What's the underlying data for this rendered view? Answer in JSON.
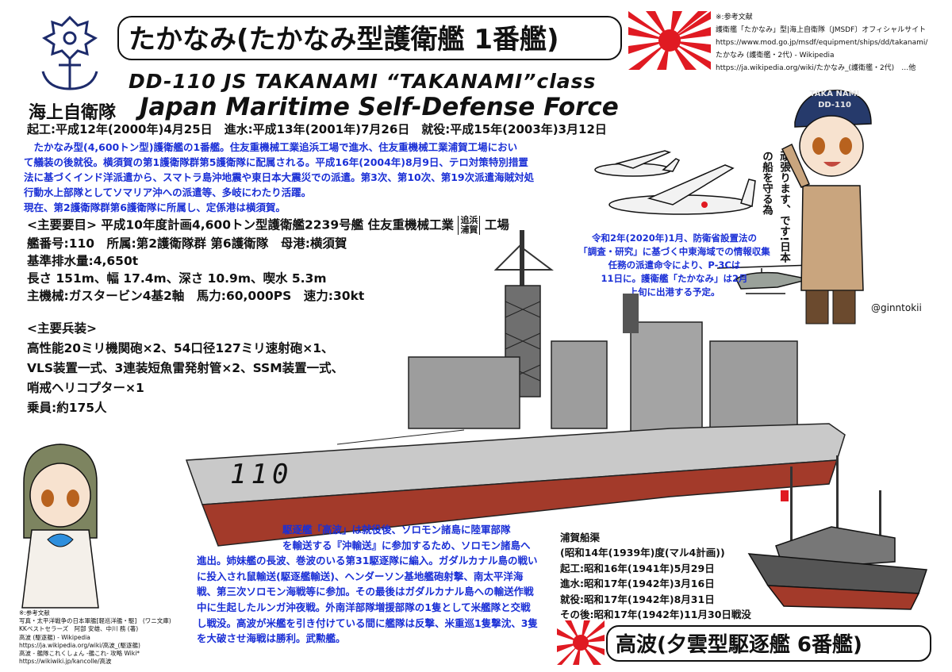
{
  "title": "たかなみ(たかなみ型護衛艦 1番艦)",
  "subtitle": "DD-110 JS TAKANAMI “TAKANAMI”class",
  "jmsdf_jp": "海上自衛隊",
  "jmsdf_en": "Japan Maritime Self-Defense Force",
  "dates_line": "起工:平成12年(2000年)4月25日　進水:平成13年(2001年)7月26日　就役:平成15年(2003年)3月12日",
  "history": [
    "　たかなみ型(4,600トン型)護衛艦の1番艦。住友重機械工業追浜工場で進水、住友重機械工業浦賀工場におい",
    "て艤装の後就役。横須賀の第1護衛隊群第5護衛隊に配属される。平成16年(2004年)8月9日、テロ対策特別措置",
    "法に基づくインド洋派遣から、スマトラ島沖地震や東日本大震災での派遣。第3次、第10次、第19次派遣海賊対処",
    "行動水上部隊としてソマリア沖への派遣等、多岐にわたり活躍。",
    "現在、第2護衛隊群第6護衛隊に所属し、定係港は横須賀。"
  ],
  "specs": {
    "heading": "<主要要目>",
    "builder": "平成10年度計画4,600トン型護衛艦2239号艦 住友重機械工業",
    "yard_1": "追浜",
    "yard_2": "浦賀",
    "yard_suffix": "工場",
    "hull_number": "艦番号:110　所属:第2護衛隊群 第6護衛隊　母港:横須賀",
    "displacement": "基準排水量:4,650t",
    "dimensions": "長さ 151m、幅 17.4m、深さ 10.9m、喫水 5.3m",
    "propulsion": "主機械:ガスタービン4基2軸　馬力:60,000PS　速力:30kt"
  },
  "weapons": {
    "heading": "<主要兵装>",
    "lines": [
      "高性能20ミリ機関砲×2、54口径127ミリ速射砲×1、",
      "VLS装置一式、3連装短魚雷発射管×2、SSM装置一式、",
      "哨戒ヘリコプター×1",
      "乗員:約175人"
    ]
  },
  "references": [
    "※:参考文献",
    "護衛艦「たかなみ」型|海上自衛隊〔JMSDF〕オフィシャルサイト",
    "https://www.mod.go.jp/msdf/equipment/ships/dd/takanami/",
    "たかなみ (護衛艦・2代) - Wikipedia",
    "https://ja.wikipedia.org/wiki/たかなみ_(護衛艦・2代)　…他"
  ],
  "news": [
    "令和2年(2020年)1月、防衛省設置法の",
    "「調査・研究」に基づく中東海域での情報収集",
    "任務の派遣命令により、P-3Cは",
    "11日に。護衛艦「たかなみ」は2月",
    "上旬に出港する予定。"
  ],
  "hull_number_display": "110",
  "character_line": "頑張ります、です!日本の船を守る為",
  "cap_text": "TAKA NAMI",
  "cap_sub": "DD-110",
  "signature": "@ginntokii",
  "takanami_story": [
    "駆逐艦「高波」は就役後、ソロモン諸島に陸軍部隊",
    "を輸送する『沖輸送』に参加するため、ソロモン諸島へ",
    "進出。姉妹艦の長波、巻波のいる第31駆逐隊に編入。ガダルカナル島の戦い",
    "に投入され鼠輸送(駆逐艦輸送)、ヘンダーソン基地艦砲射撃、南太平洋海",
    "戦、第三次ソロモン海戦等に参加。その最後はガダルカナル島への輸送作戦",
    "中に生起したルンガ沖夜戦。外南洋部隊増援部隊の1隻として米艦隊と交戦",
    "し戦没。高波が米艦を引き付けている間に艦隊は反撃、米重巡1隻撃沈、3隻",
    "を大破させ海戦は勝利。武勲艦。"
  ],
  "dd_info": [
    "浦賀船渠",
    "(昭和14年(1939年)度(マル4計画))",
    "起工:昭和16年(1941年)5月29日",
    "進水:昭和17年(1942年)3月16日",
    "就役:昭和17年(1942年)8月31日",
    "その後:昭和17年(1942年)11月30日戦没"
  ],
  "dd_title": "高波(夕雲型駆逐艦 6番艦)",
  "references_2": [
    "※:参考文献",
    "写真・太平洋戦争の日本軍艦[軽巡洋艦・駆]　(ワニ文庫)",
    "KKベストセラーズ　阿部 安雄、中川 務 (著)",
    "高波 (駆逐艦) - Wikipedia",
    "https://ja.wikipedia.org/wiki/高波_(駆逐艦)",
    "高波 - 艦隊これくしょん -艦これ- 攻略 Wiki*",
    "https://wikiwiki.jp/kancolle/高波"
  ],
  "colors": {
    "flag_red": "#e01a22",
    "navy_text": "#1a2fd6",
    "hull_gray": "#c9c9c9",
    "hull_red": "#a33a2a"
  }
}
